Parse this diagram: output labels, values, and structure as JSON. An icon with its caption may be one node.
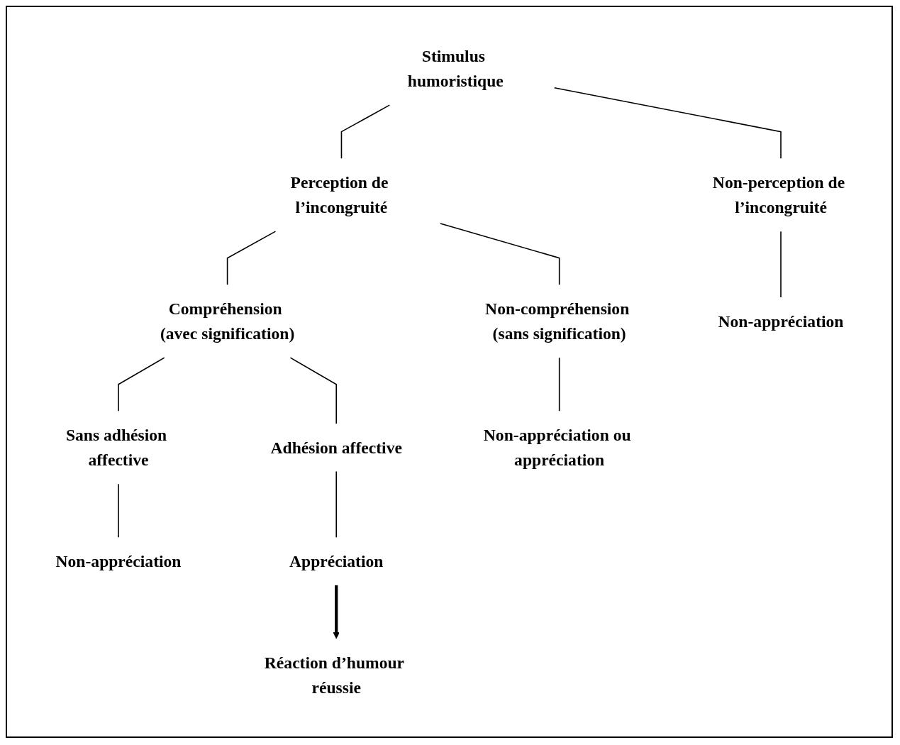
{
  "diagram": {
    "nodes": [
      {
        "text": [
          "Stimulus humoristique"
        ]
      },
      {
        "text": [
          "Non-perception de l’incongruité"
        ]
      },
      {
        "text": [
          "Perception de l’incongruité"
        ]
      },
      {
        "text": [
          "Non-compréhension (sans signification)"
        ]
      },
      {
        "text": [
          "Compréhension (avec signification)"
        ]
      },
      {
        "text": [
          "Sans adhésion affective"
        ]
      },
      {
        "text": [
          "Adhésion affective"
        ]
      },
      {
        "text": [
          "Non-appréciation"
        ]
      },
      {
        "text": [
          "Non-appréciation ou appréciation"
        ]
      },
      {
        "text": [
          "Non-appréciation"
        ]
      },
      {
        "text": [
          "Appréciation"
        ]
      },
      {
        "text": [
          "Réaction d’humour réussie"
        ]
      }
    ],
    "edges": [
      {
        "from": 0,
        "to": 1,
        "arrow": "none"
      },
      {
        "from": 0,
        "to": 2,
        "arrow": "none"
      },
      {
        "from": 2,
        "to": 3,
        "arrow": "none"
      },
      {
        "from": 2,
        "to": 4,
        "arrow": "none"
      },
      {
        "from": 4,
        "to": 5,
        "arrow": "none"
      },
      {
        "from": 4,
        "to": 6,
        "arrow": "none"
      },
      {
        "from": 1,
        "to": 7,
        "arrow": "none"
      },
      {
        "from": 3,
        "to": 8,
        "arrow": "none"
      },
      {
        "from": 5,
        "to": 9,
        "arrow": "none"
      },
      {
        "from": 6,
        "to": 10,
        "arrow": "none"
      },
      {
        "from": 10,
        "to": 11,
        "arrow": "to",
        "style": "thick"
      }
    ]
  }
}
